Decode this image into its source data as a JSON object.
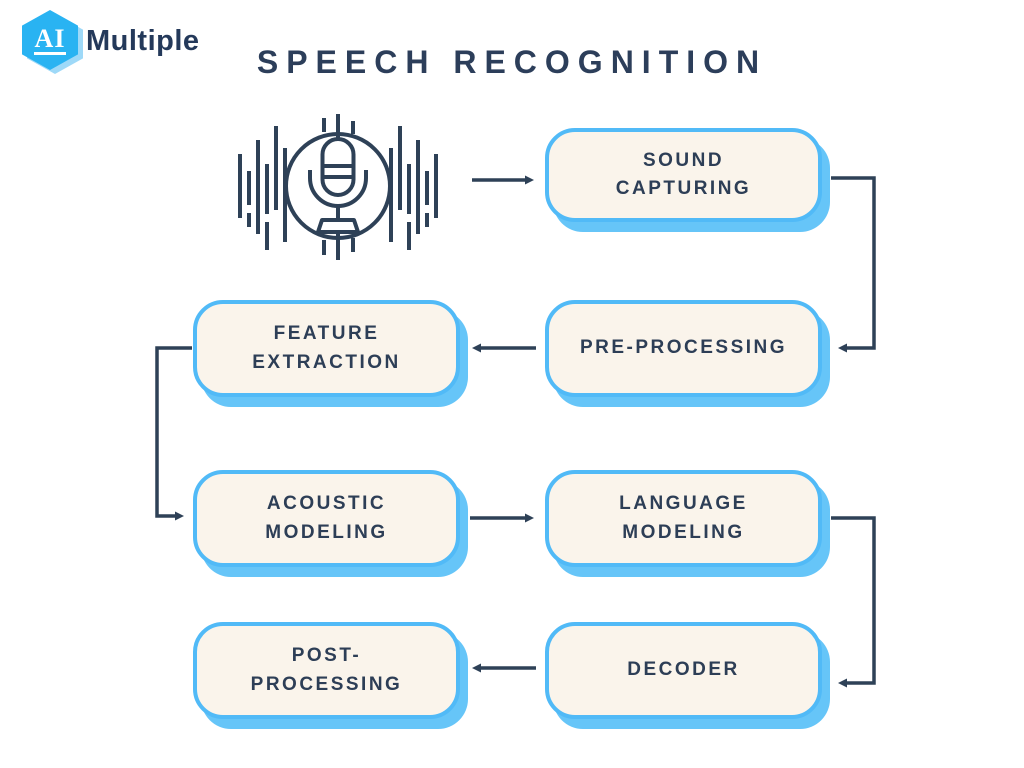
{
  "brand": {
    "hex_label": "AI",
    "name": "Multiple"
  },
  "title": "SPEECH RECOGNITION",
  "nodes": [
    {
      "id": "sound-capturing",
      "lines": [
        "SOUND",
        "CAPTURING"
      ]
    },
    {
      "id": "pre-processing",
      "lines": [
        "PRE-PROCESSING"
      ]
    },
    {
      "id": "feature-extraction",
      "lines": [
        "FEATURE",
        "EXTRACTION"
      ]
    },
    {
      "id": "acoustic-modeling",
      "lines": [
        "ACOUSTIC",
        "MODELING"
      ]
    },
    {
      "id": "language-modeling",
      "lines": [
        "LANGUAGE",
        "MODELING"
      ]
    },
    {
      "id": "decoder",
      "lines": [
        "DECODER"
      ]
    },
    {
      "id": "post-processing",
      "lines": [
        "POST-",
        "PROCESSING"
      ]
    }
  ],
  "flow": [
    {
      "from": "microphone-input",
      "to": "sound-capturing"
    },
    {
      "from": "sound-capturing",
      "to": "pre-processing"
    },
    {
      "from": "pre-processing",
      "to": "feature-extraction"
    },
    {
      "from": "feature-extraction",
      "to": "acoustic-modeling"
    },
    {
      "from": "acoustic-modeling",
      "to": "language-modeling"
    },
    {
      "from": "language-modeling",
      "to": "decoder"
    },
    {
      "from": "decoder",
      "to": "post-processing"
    }
  ],
  "icons": {
    "microphone": "microphone-with-soundwaves-icon"
  },
  "colors": {
    "accent_blue": "#51baf7",
    "shadow_blue": "#66c5f8",
    "node_fill": "#faf4eb",
    "navy_text": "#2d3e56",
    "logo_hex_blue": "#29b3f2",
    "background": "#ffffff"
  }
}
